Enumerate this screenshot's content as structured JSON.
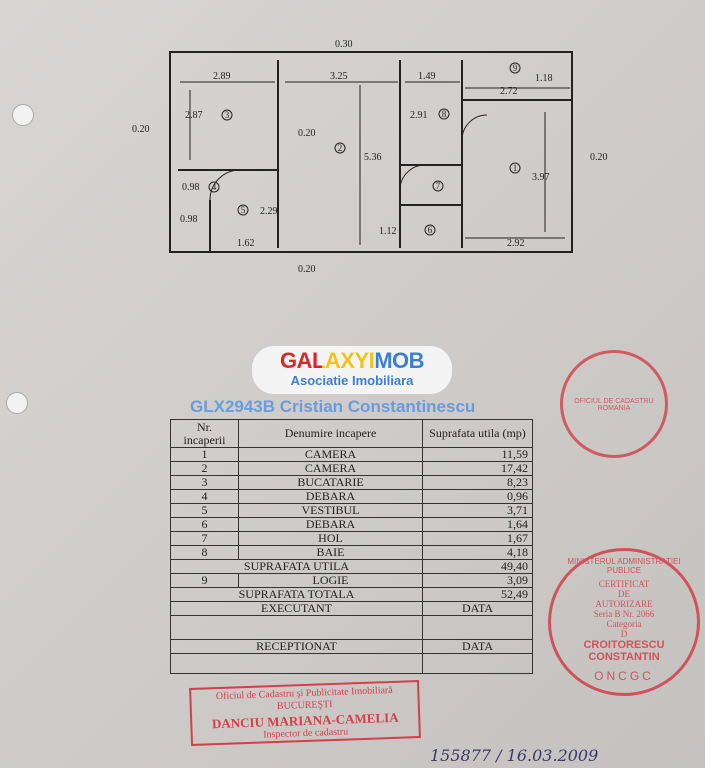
{
  "logo": {
    "brand": "GALAXYIMOB",
    "subtitle": "Asociatie Imobiliara"
  },
  "watermark": "GLX2943B Cristian Constantinescu",
  "floorplan": {
    "dimensions": [
      "0.30",
      "2.89",
      "3.25",
      "1.49",
      "1.18",
      "2.72",
      "2.87",
      "0.20",
      "0.20",
      "2.91",
      "0.20",
      "5.36",
      "3.97",
      "0.98",
      "2.29",
      "0.98",
      "1.62",
      "1.12",
      "2.92",
      "0.20"
    ],
    "rooms": [
      "1",
      "2",
      "3",
      "4",
      "5",
      "6",
      "7",
      "8",
      "9"
    ]
  },
  "table": {
    "headers": [
      "Nr. incaperii",
      "Denumire incapere",
      "Suprafata utila (mp)"
    ],
    "rows": [
      {
        "nr": "1",
        "name": "CAMERA",
        "area": "11,59"
      },
      {
        "nr": "2",
        "name": "CAMERA",
        "area": "17,42"
      },
      {
        "nr": "3",
        "name": "BUCATARIE",
        "area": "8,23"
      },
      {
        "nr": "4",
        "name": "DEBARA",
        "area": "0,96"
      },
      {
        "nr": "5",
        "name": "VESTIBUL",
        "area": "3,71"
      },
      {
        "nr": "6",
        "name": "DEBARA",
        "area": "1,64"
      },
      {
        "nr": "7",
        "name": "HOL",
        "area": "1,67"
      },
      {
        "nr": "8",
        "name": "BAIE",
        "area": "4,18"
      }
    ],
    "utila_label": "SUPRAFATA UTILA",
    "utila_value": "49,40",
    "logie": {
      "nr": "9",
      "name": "LOGIE",
      "area": "3,09"
    },
    "totala_label": "SUPRAFATA TOTALA",
    "totala_value": "52,49",
    "executant": "EXECUTANT",
    "receptionat": "RECEPTIONAT",
    "data": "DATA"
  },
  "stamp_oncgc": {
    "ring": "MINISTERUL ADMINISTRATIEI PUBLICE",
    "bottom": "ONCGC",
    "lines": [
      "CERTIFICAT",
      "DE",
      "AUTORIZARE",
      "Seria B Nr. 2066",
      "Categoria",
      "D"
    ],
    "name1": "CROITORESCU",
    "name2": "CONSTANTIN"
  },
  "stamp_ocpi": {
    "line1": "Oficiul de Cadastru şi Publicitate Imobiliară",
    "line2": "BUCUREŞTI",
    "name": "DANCIU MARIANA-CAMELIA",
    "role": "Inspector de cadastru"
  },
  "stamp_top": {
    "ring": "OFICIUL DE CADASTRU ROMANIA"
  },
  "handwritten": "155877 / 16.03.2009",
  "colors": {
    "stamp": "#d2404a",
    "watermark": "#468ce6"
  }
}
